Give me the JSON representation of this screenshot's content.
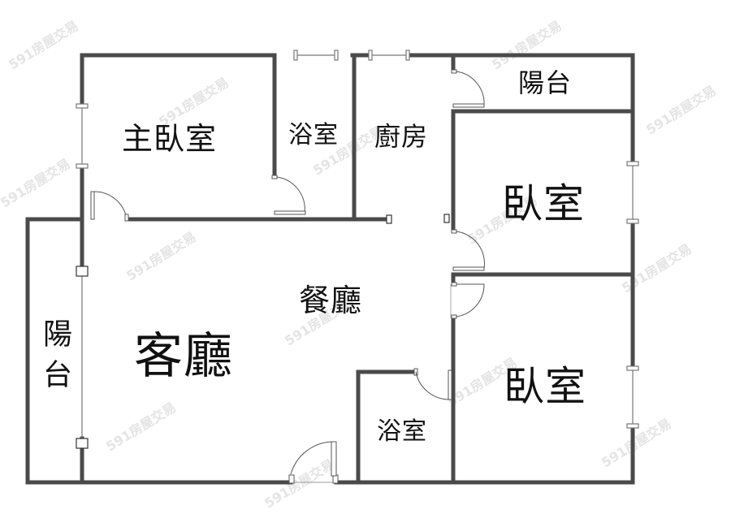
{
  "watermark": "591房屋交易",
  "colors": {
    "wall": "#4a4a4a",
    "door": "#555555",
    "window": "#777777",
    "background": "#ffffff",
    "text": "#111111",
    "watermark": "#e4e4e4"
  },
  "rooms": [
    {
      "id": "master-bedroom",
      "label": "主臥室"
    },
    {
      "id": "bathroom-1",
      "label": "浴室"
    },
    {
      "id": "kitchen",
      "label": "廚房"
    },
    {
      "id": "balcony-top",
      "label": "陽台"
    },
    {
      "id": "bedroom-2",
      "label": "臥室"
    },
    {
      "id": "dining-room",
      "label": "餐廳"
    },
    {
      "id": "living-room",
      "label": "客廳"
    },
    {
      "id": "balcony-left",
      "label": "陽台"
    },
    {
      "id": "bathroom-2",
      "label": "浴室"
    },
    {
      "id": "bedroom-3",
      "label": "臥室"
    }
  ]
}
